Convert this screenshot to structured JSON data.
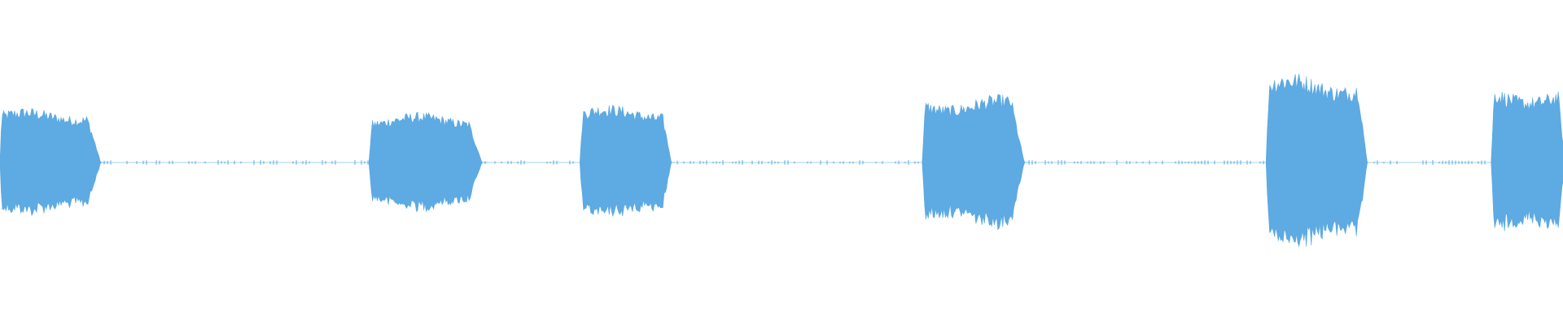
{
  "waveform": {
    "color": "#5eaae2",
    "background": "#ffffff",
    "segments": [
      {
        "start": 0.0,
        "end": 0.062,
        "amplitude": 0.34,
        "attack": 0.0,
        "release": 0.006
      },
      {
        "start": 0.236,
        "end": 0.306,
        "amplitude": 0.31,
        "attack": 0.002,
        "release": 0.006
      },
      {
        "start": 0.371,
        "end": 0.428,
        "amplitude": 0.36,
        "attack": 0.002,
        "release": 0.004
      },
      {
        "start": 0.59,
        "end": 0.653,
        "amplitude": 0.42,
        "attack": 0.002,
        "release": 0.006
      },
      {
        "start": 0.81,
        "end": 0.873,
        "amplitude": 0.56,
        "attack": 0.002,
        "release": 0.004
      },
      {
        "start": 0.954,
        "end": 1.0,
        "amplitude": 0.48,
        "attack": 0.002,
        "release": 0.0
      }
    ],
    "noise_floor": 0.005
  }
}
